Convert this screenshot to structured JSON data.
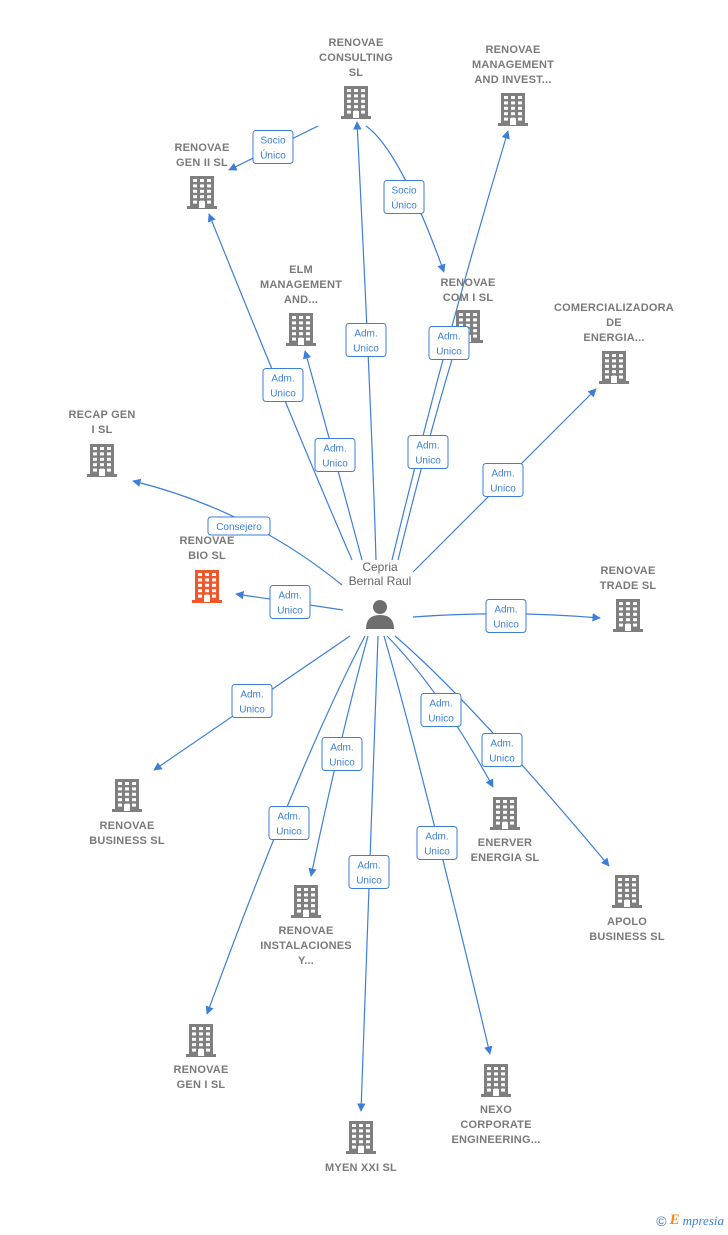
{
  "colors": {
    "edge": "#3d7fd8",
    "company": "#7f7f7f",
    "focus_company": "#f0582a",
    "person": "#6e6e6e"
  },
  "center": {
    "id": "cepria",
    "label_lines": [
      "Cepria",
      "Bernal Raul"
    ],
    "icon": "person-icon"
  },
  "nodes": [
    {
      "id": "consulting",
      "label_lines": [
        "RENOVAE",
        "CONSULTING",
        "SL"
      ],
      "icon": "building-icon"
    },
    {
      "id": "management",
      "label_lines": [
        "RENOVAE",
        "MANAGEMENT",
        "AND INVEST..."
      ],
      "icon": "building-icon"
    },
    {
      "id": "gen2",
      "label_lines": [
        "RENOVAE",
        "GEN II  SL"
      ],
      "icon": "building-icon"
    },
    {
      "id": "elm",
      "label_lines": [
        "ELM",
        "MANAGEMENT",
        "AND..."
      ],
      "icon": "building-icon"
    },
    {
      "id": "com1",
      "label_lines": [
        "RENOVAE",
        "COM I  SL"
      ],
      "icon": "building-icon"
    },
    {
      "id": "comercializadora",
      "label_lines": [
        "COMERCIALIZADORA",
        "DE",
        "ENERGIA..."
      ],
      "icon": "building-icon"
    },
    {
      "id": "recap",
      "label_lines": [
        "RECAP GEN",
        "I  SL"
      ],
      "icon": "building-icon"
    },
    {
      "id": "bio",
      "label_lines": [
        "RENOVAE",
        "BIO  SL"
      ],
      "icon": "building-icon",
      "focus": true
    },
    {
      "id": "trade",
      "label_lines": [
        "RENOVAE",
        "TRADE SL"
      ],
      "icon": "building-icon"
    },
    {
      "id": "business",
      "label_lines": [
        "RENOVAE",
        "BUSINESS SL"
      ],
      "icon": "building-icon"
    },
    {
      "id": "enerver",
      "label_lines": [
        "ENERVER",
        "ENERGIA  SL"
      ],
      "icon": "building-icon"
    },
    {
      "id": "apolo",
      "label_lines": [
        "APOLO",
        "BUSINESS  SL"
      ],
      "icon": "building-icon"
    },
    {
      "id": "instalaciones",
      "label_lines": [
        "RENOVAE",
        "INSTALACIONES",
        "Y..."
      ],
      "icon": "building-icon"
    },
    {
      "id": "gen1",
      "label_lines": [
        "RENOVAE",
        "GEN I  SL"
      ],
      "icon": "building-icon"
    },
    {
      "id": "nexo",
      "label_lines": [
        "NEXO",
        "CORPORATE",
        "ENGINEERING..."
      ],
      "icon": "building-icon"
    },
    {
      "id": "myen",
      "label_lines": [
        "MYEN XXI  SL"
      ],
      "icon": "building-icon"
    }
  ],
  "edges": [
    {
      "from": "consulting",
      "to": "gen2",
      "label_lines": [
        "Socio",
        "Único"
      ]
    },
    {
      "from": "consulting",
      "to": "com1",
      "label_lines": [
        "Socio",
        "Único"
      ]
    },
    {
      "from": "cepria",
      "to": "consulting",
      "label_lines": [
        "Adm.",
        "Unico"
      ]
    },
    {
      "from": "cepria",
      "to": "management",
      "label_lines": [
        "Adm.",
        "Unico"
      ]
    },
    {
      "from": "cepria",
      "to": "gen2",
      "label_lines": [
        "Adm.",
        "Unico"
      ]
    },
    {
      "from": "cepria",
      "to": "elm",
      "label_lines": [
        "Adm.",
        "Unico"
      ]
    },
    {
      "from": "cepria",
      "to": "com1",
      "label_lines": [
        "Adm.",
        "Unico"
      ]
    },
    {
      "from": "cepria",
      "to": "comercializadora",
      "label_lines": [
        "Adm.",
        "Unico"
      ]
    },
    {
      "from": "cepria",
      "to": "recap",
      "label_lines": [
        "Consejero"
      ]
    },
    {
      "from": "cepria",
      "to": "bio",
      "label_lines": [
        "Adm.",
        "Unico"
      ]
    },
    {
      "from": "cepria",
      "to": "trade",
      "label_lines": [
        "Adm.",
        "Unico"
      ]
    },
    {
      "from": "cepria",
      "to": "business",
      "label_lines": [
        "Adm.",
        "Unico"
      ]
    },
    {
      "from": "cepria",
      "to": "instalaciones",
      "label_lines": [
        "Adm.",
        "Unico"
      ]
    },
    {
      "from": "cepria",
      "to": "gen1",
      "label_lines": [
        "Adm.",
        "Unico"
      ]
    },
    {
      "from": "cepria",
      "to": "myen",
      "label_lines": [
        "Adm.",
        "Unico"
      ]
    },
    {
      "from": "cepria",
      "to": "enerver",
      "label_lines": [
        "Adm.",
        "Unico"
      ]
    },
    {
      "from": "cepria",
      "to": "apolo",
      "label_lines": [
        "Adm.",
        "Unico"
      ]
    },
    {
      "from": "cepria",
      "to": "nexo",
      "label_lines": [
        "Adm.",
        "Unico"
      ]
    }
  ],
  "watermark": {
    "copyright": "©",
    "brand_first": "E",
    "brand_rest": "mpresia"
  }
}
